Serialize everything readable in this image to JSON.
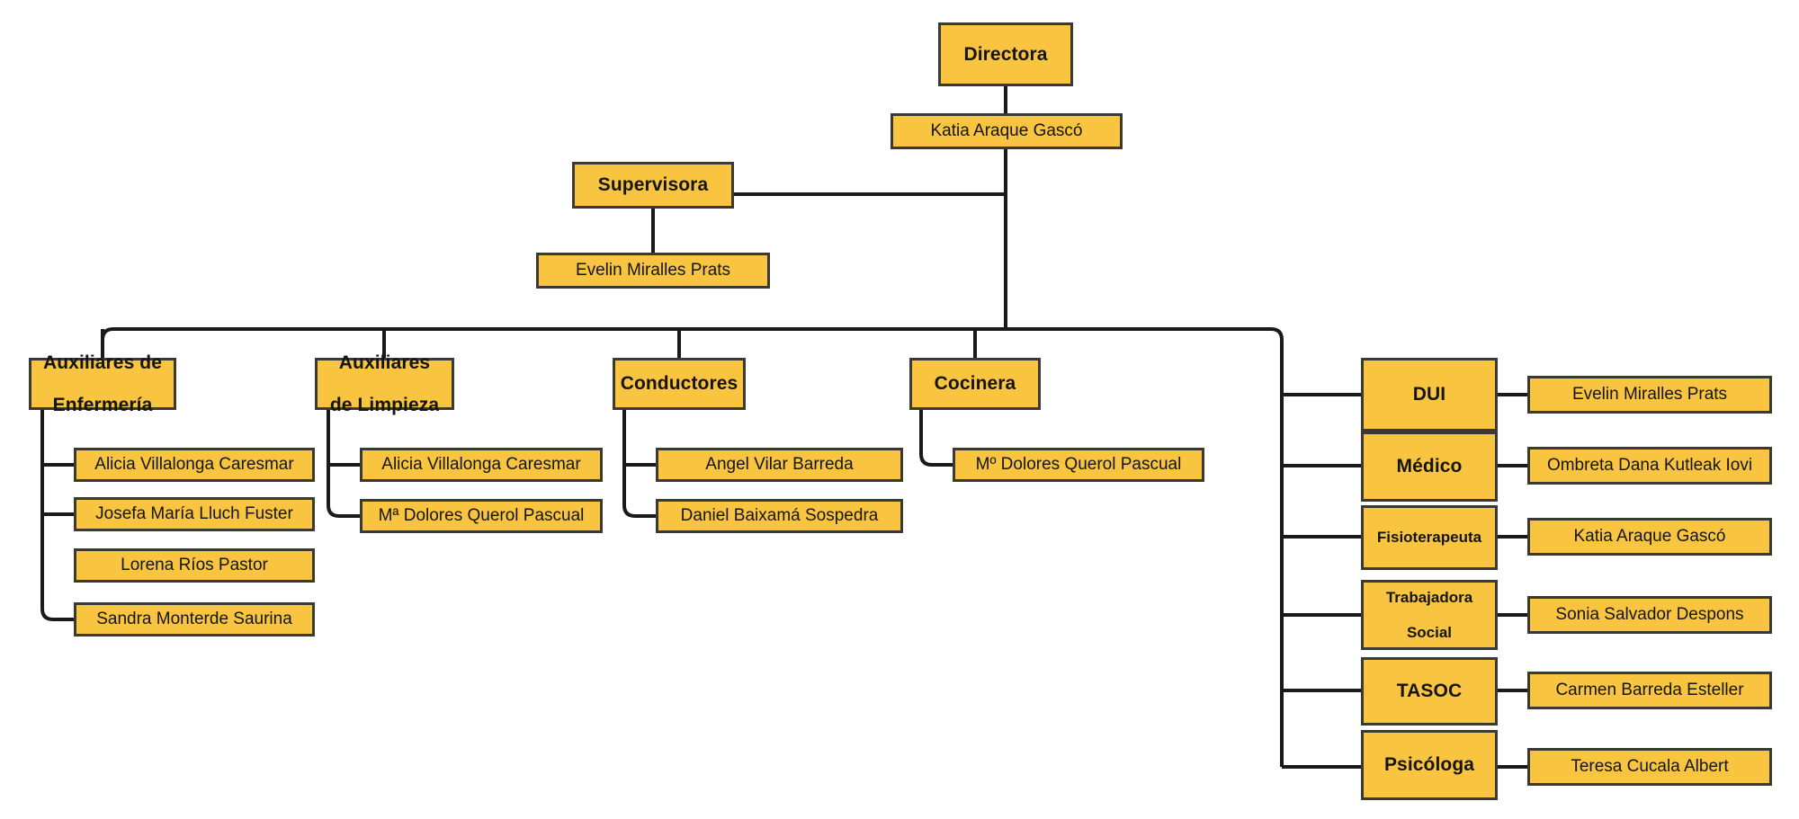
{
  "meta": {
    "title": "Organigrama",
    "accent_color": "#f9c440",
    "border_color": "#3a3a32",
    "line_color": "#1a1a1a",
    "background_color": "#ffffff"
  },
  "top": {
    "director_role": "Directora",
    "director_name": "Katia Araque Gascó",
    "supervisor_role": "Supervisora",
    "supervisor_name": "Evelin Miralles Prats"
  },
  "departments": [
    {
      "role": "Auxiliares de Enfermería",
      "role_line1": "Auxiliares de",
      "role_line2": "Enfermería",
      "members": [
        "Alicia Villalonga Caresmar",
        "Josefa María Lluch Fuster",
        "Lorena Ríos Pastor",
        "Sandra Monterde Saurina"
      ]
    },
    {
      "role": "Auxiliares de Limpieza",
      "role_line1": "Auxiliares",
      "role_line2": "de Limpieza",
      "members": [
        "Alicia Villalonga Caresmar",
        "Mª Dolores Querol Pascual"
      ]
    },
    {
      "role": "Conductores",
      "role_line1": "Conductores",
      "role_line2": "",
      "members": [
        "Angel Vilar Barreda",
        "Daniel Baixamá Sospedra"
      ]
    },
    {
      "role": "Cocinera",
      "role_line1": "Cocinera",
      "role_line2": "",
      "members": [
        "Mº Dolores Querol Pascual"
      ]
    }
  ],
  "professionals": [
    {
      "role": "DUI",
      "role_line1": "DUI",
      "role_line2": "",
      "name": "Evelin Miralles Prats"
    },
    {
      "role": "Médico",
      "role_line1": "Médico",
      "role_line2": "",
      "name": "Ombreta Dana Kutleak Iovi"
    },
    {
      "role": "Fisioterapeuta",
      "role_line1": "Fisioterapeuta",
      "role_line2": "",
      "name": "Katia Araque Gascó"
    },
    {
      "role": "Trabajadora Social",
      "role_line1": "Trabajadora",
      "role_line2": "Social",
      "name": "Sonia Salvador Despons"
    },
    {
      "role": "TASOC",
      "role_line1": "TASOC",
      "role_line2": "",
      "name": "Carmen Barreda Esteller"
    },
    {
      "role": "Psicóloga",
      "role_line1": "Psicóloga",
      "role_line2": "",
      "name": "Teresa Cucala Albert"
    }
  ]
}
